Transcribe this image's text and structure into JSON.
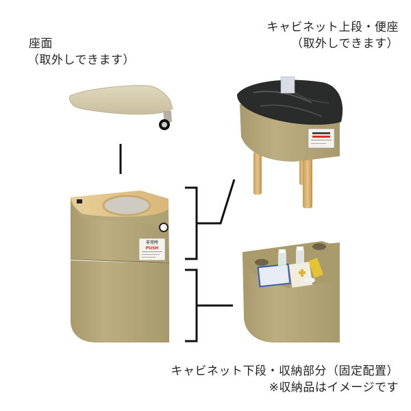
{
  "labels": {
    "seat": {
      "title": "座面",
      "note": "（取外しできます）"
    },
    "upper_cabinet": {
      "title": "キャビネット上段・便座",
      "note": "（取外しできます）"
    },
    "lower_cabinet": {
      "title": "キャビネット下段・収納部分（固定配置）",
      "note": "※収納品はイメージです"
    }
  },
  "sticker": {
    "heading": "非常時",
    "push": "PUSH"
  },
  "colors": {
    "cabinet": "#b5a77a",
    "cabinet_shadow": "#9c8f63",
    "seat": "#d8cfb2",
    "wood": "#e6c98e",
    "bag": "#2a2b2b",
    "bracket": "#111111",
    "push_red": "#d83020"
  }
}
